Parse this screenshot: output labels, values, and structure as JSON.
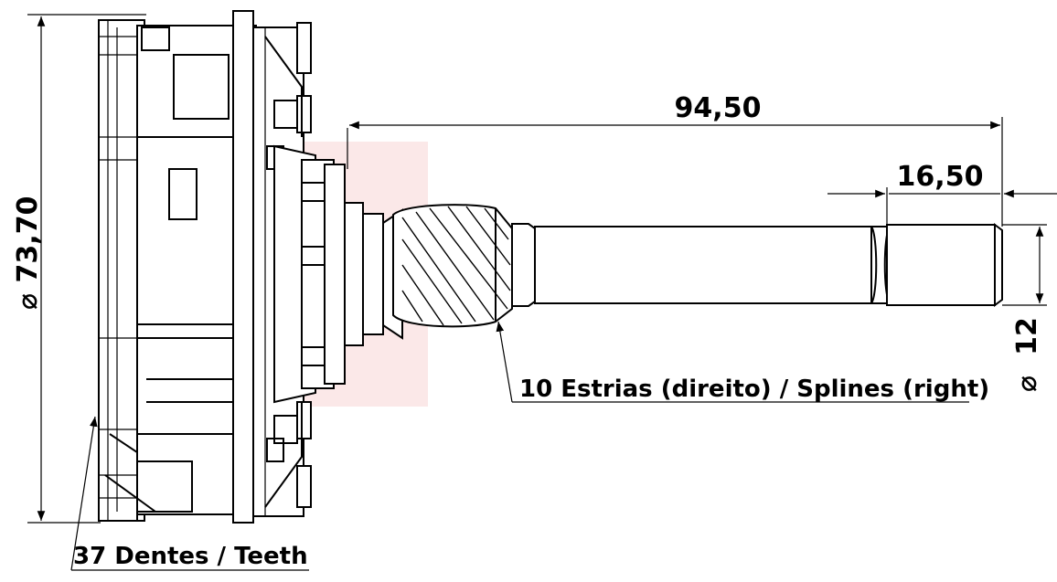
{
  "dimensions": {
    "total_length": "94,50",
    "spline_length": "16,50",
    "shaft_diameter": "12",
    "gear_diameter": "73,70",
    "diameter_symbol": "⌀"
  },
  "notes": {
    "splines": "10 Estrias (direito) / Splines (right)",
    "teeth": "37 Dentes / Teeth"
  },
  "colors": {
    "line": "#000000",
    "watermark": "#f4b8b8"
  }
}
